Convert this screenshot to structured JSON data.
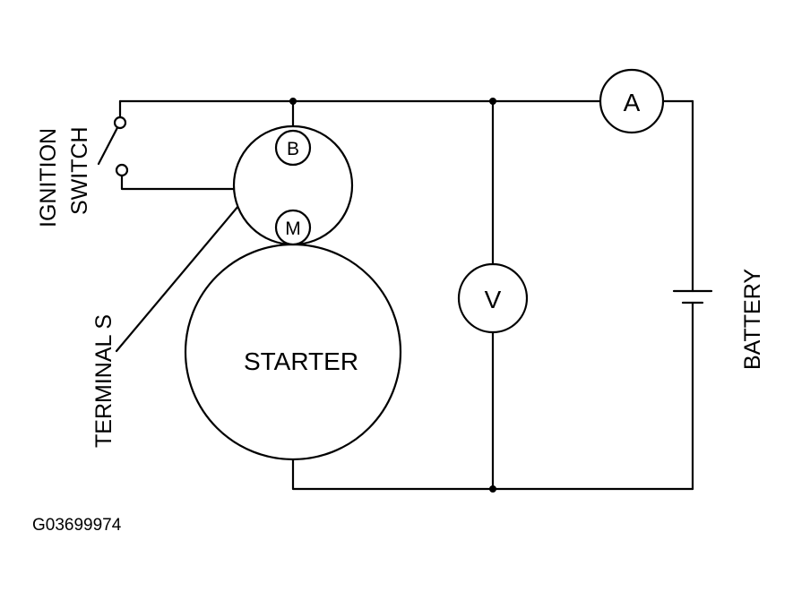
{
  "labels": {
    "ignition_line1": "IGNITION",
    "ignition_line2": "SWITCH",
    "terminals": "TERMINAL S",
    "starter": "STARTER",
    "battery": "BATTERY",
    "figure_code": "G03699974"
  },
  "meters": {
    "ammeter": "A",
    "voltmeter": "V"
  },
  "terminal_letters": {
    "b": "B",
    "m": "M"
  },
  "colors": {
    "line": "#000000",
    "background": "#ffffff"
  }
}
